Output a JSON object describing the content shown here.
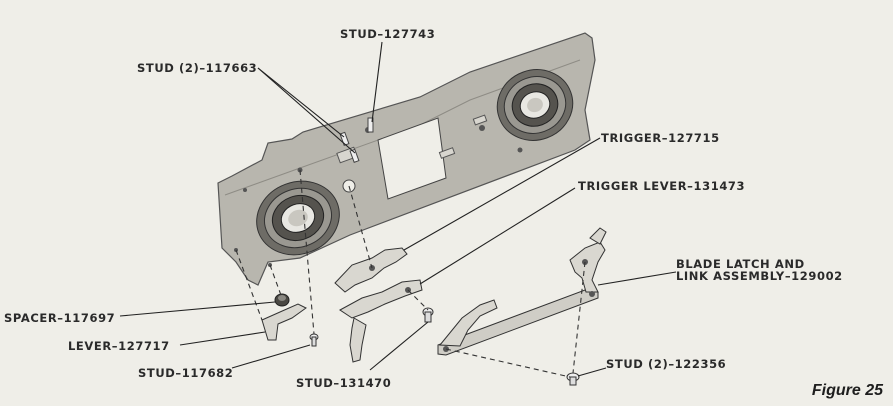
{
  "figure": {
    "caption": "Figure 25",
    "labels": {
      "stud_127743": "STUD–127743",
      "stud_117663": "STUD (2)–117663",
      "trigger_127715": "TRIGGER–127715",
      "trigger_lever_131473": "TRIGGER LEVER–131473",
      "blade_latch_line1": "BLADE LATCH AND",
      "blade_latch_line2": "LINK ASSEMBLY–129002",
      "spacer_117697": "SPACER–117697",
      "lever_127717": "LEVER–127717",
      "stud_117682": "STUD–117682",
      "stud_131470": "STUD–131470",
      "stud_122356": "STUD (2)–122356"
    }
  }
}
